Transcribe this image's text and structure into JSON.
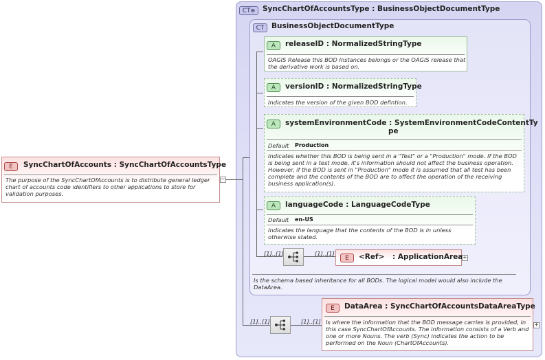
{
  "outer_type": {
    "badge": "CT",
    "title": "SyncChartOfAccountsType : BusinessObjectDocumentType"
  },
  "inner_type": {
    "badge": "CT",
    "title": "BusinessObjectDocumentType",
    "doc": "Is the schema based inheritance for all BODs. The logical model would also include the DataArea."
  },
  "attributes": [
    {
      "badge": "A",
      "name": "releaseID",
      "type": "NormalizedStringType",
      "doc": "OAGIS Release this BOD Instances belongs or the OAGIS release that the derivative work is based on."
    },
    {
      "badge": "A",
      "name": "versionID",
      "type": "NormalizedStringType",
      "doc": "Indicates the version of the given BOD defintion."
    },
    {
      "badge": "A",
      "name": "systemEnvironmentCode",
      "type": "SystemEnvironmentCodeContentTy",
      "type_cont": "pe",
      "default_label": "Default",
      "default_value": "Production",
      "doc": "Indicates whether this BOD is being sent in a \"Test\" or a \"Production\" mode. If the BOD is being sent in a test mode, it's information should not affect the business operation. However, if the BOD is sent in \"Production\" mode it is assumed that all test has been complete and the contents of the BOD are to affect the operation of the receiving business application(s)."
    },
    {
      "badge": "A",
      "name": "languageCode",
      "type": "LanguageCodeType",
      "default_label": "Default",
      "default_value": "en-US",
      "doc": "Indicates the language that the contents of the BOD is in unless otherwise stated."
    }
  ],
  "root_element": {
    "badge": "E",
    "name": "SyncChartOfAccounts",
    "type": "SyncChartOfAccountsType",
    "doc": "The purpose of the SyncChartOfAccounts is to distribute general ledger chart of accounts code identifiers to other applications to store for validation purposes.",
    "toggle": "−"
  },
  "application_area": {
    "badge": "E",
    "name": "<Ref>",
    "type": ": ApplicationArea",
    "seq_mult": "[1]..[1]",
    "elem_mult": "[1]..[1]",
    "toggle": "+"
  },
  "data_area": {
    "badge": "E",
    "name": "DataArea",
    "type": "SyncChartOfAccountsDataAreaType",
    "doc": "Is where the information that the BOD message carries is provided, in this case SyncChartOfAccounts. The information consists of a Verb and one or more Nouns. The verb (Sync) indicates the action to be performed on the Noun (ChartOfAccounts).",
    "seq_mult": "[1]..[1]",
    "elem_mult": "[1]..[1]",
    "toggle": "+"
  },
  "colors": {
    "complex_type": "#d6d6f3",
    "attribute": "#bfe7bf",
    "element": "#f3c4c4"
  }
}
